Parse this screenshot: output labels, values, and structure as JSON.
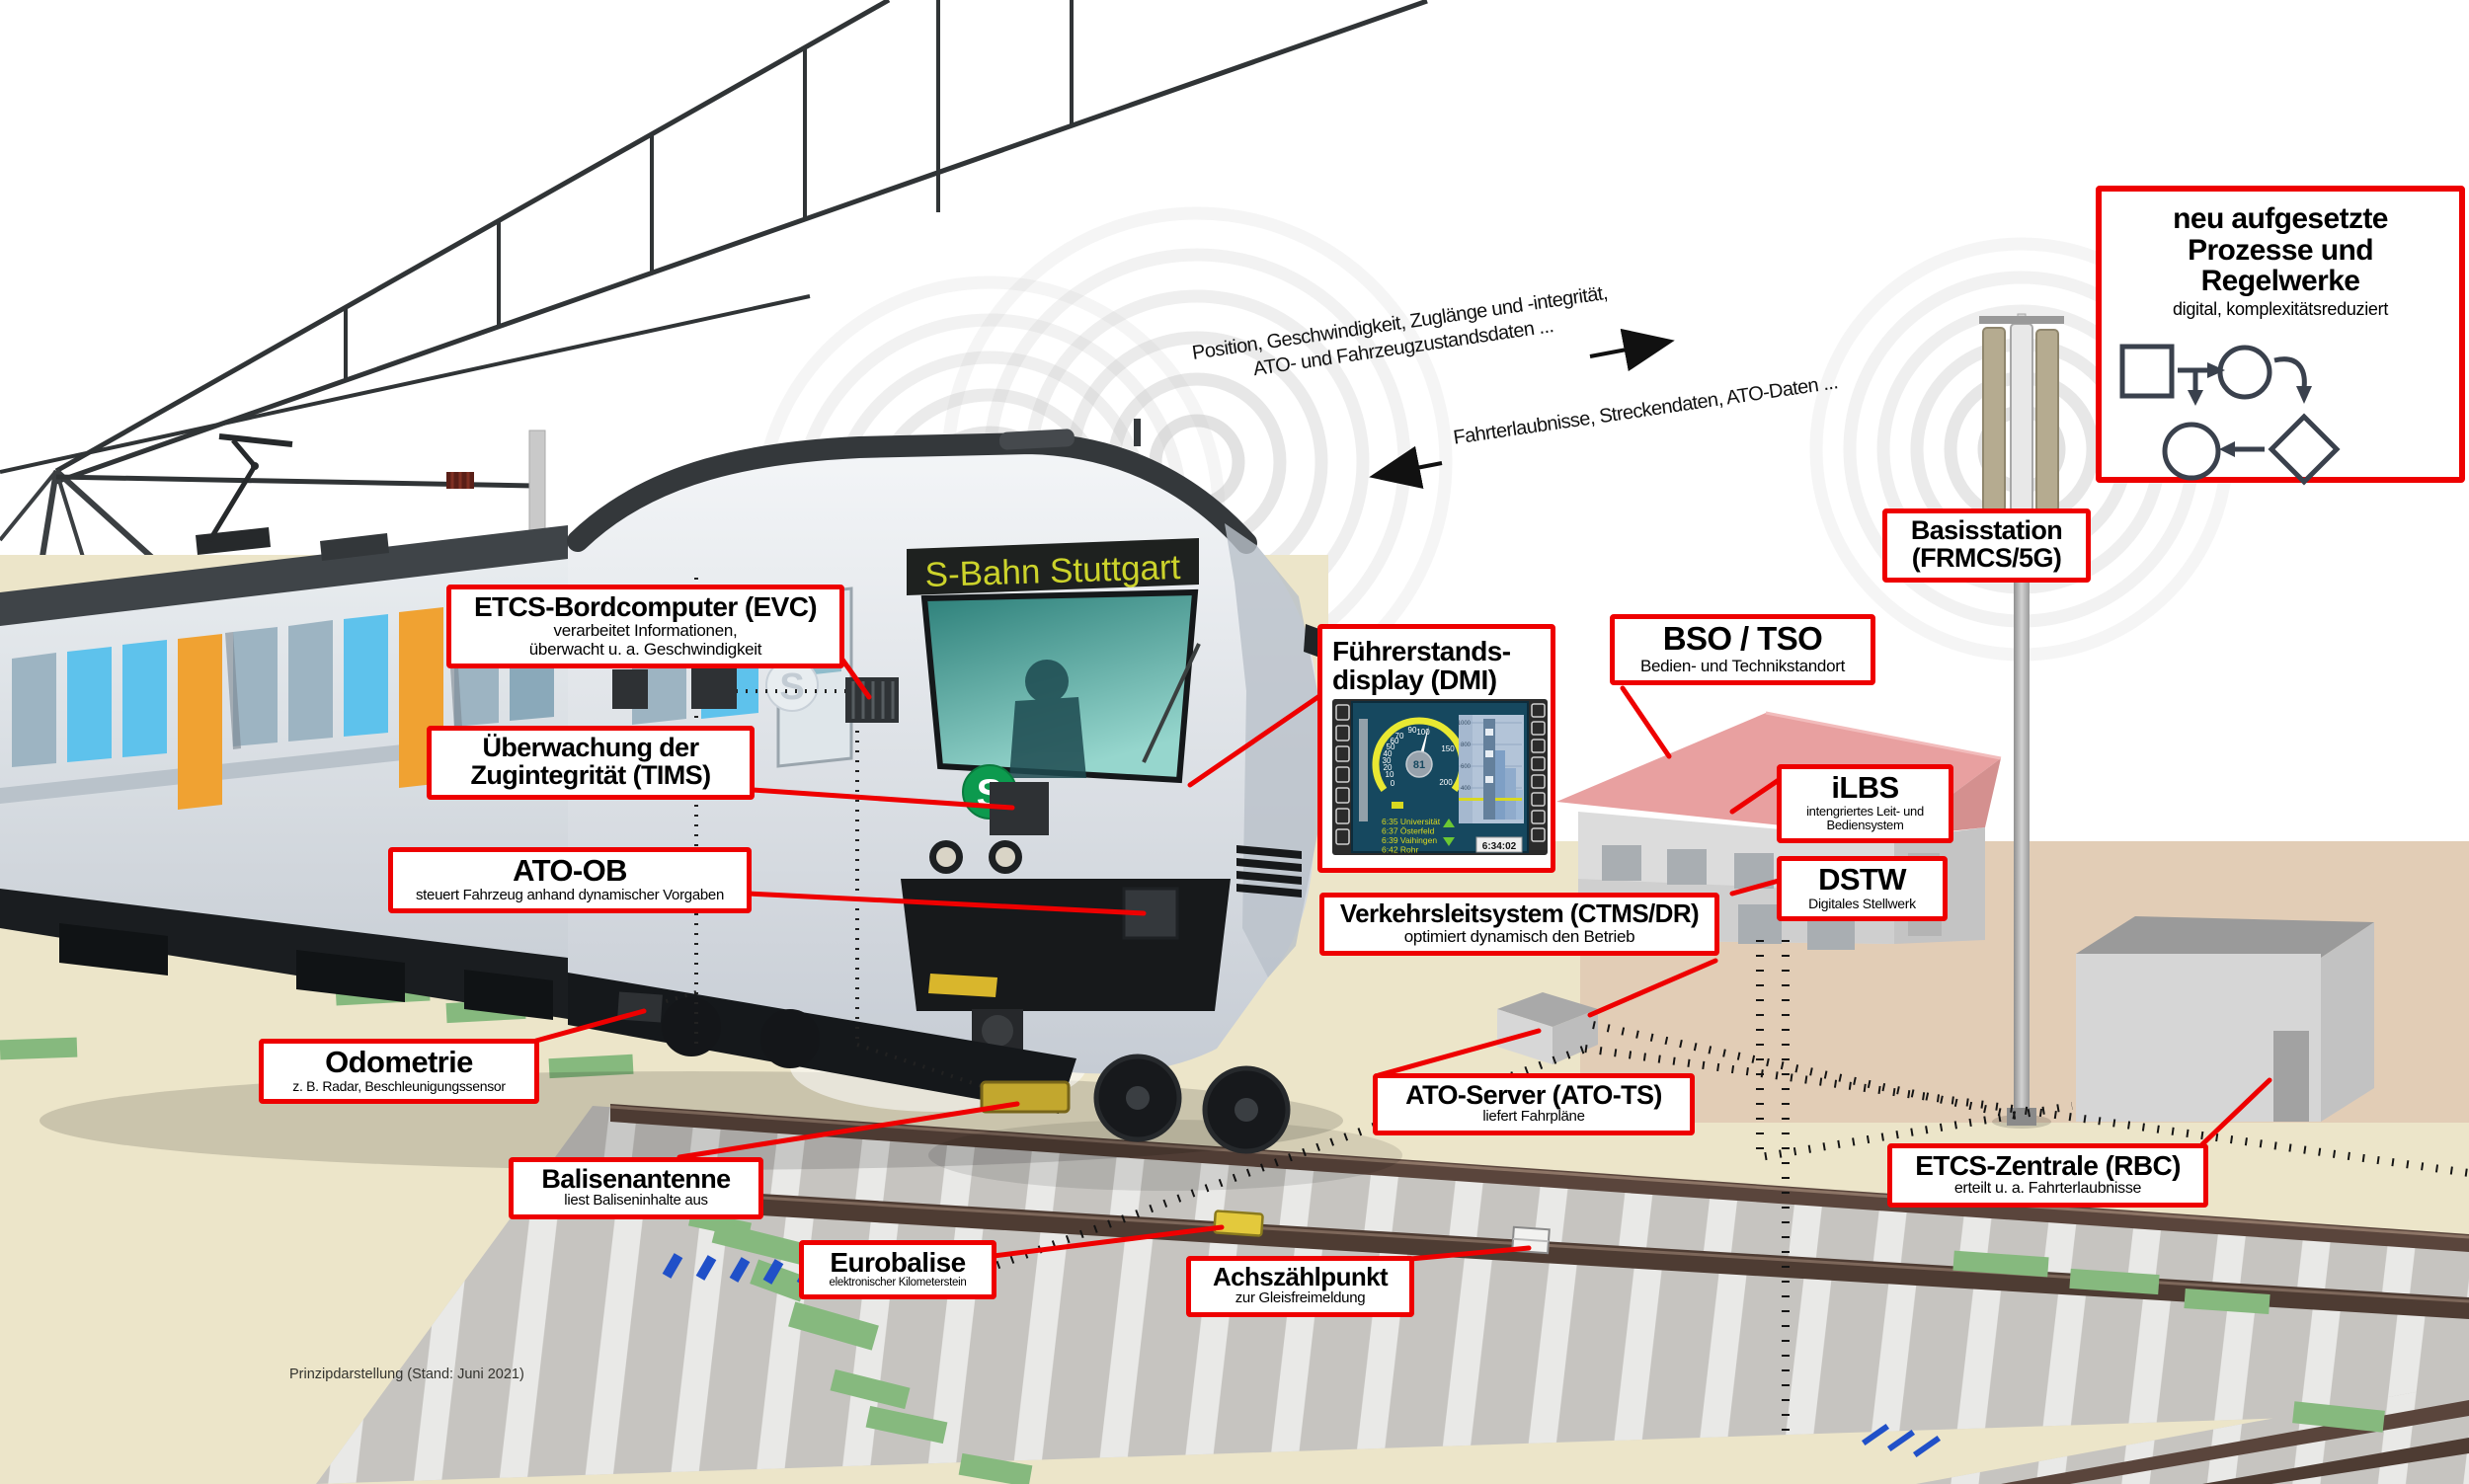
{
  "caption": "Prinzipdarstellung (Stand: Juni 2021)",
  "train": {
    "destination": "S-Bahn Stuttgart",
    "front_logo": "S",
    "side_logo": "S"
  },
  "radio_messages": {
    "uplink_line1": "Position, Geschwindigkeit, Zuglänge und -integrität,",
    "uplink_line2": "ATO- und Fahrzeugzustandsdaten ...",
    "downlink": "Fahrterlaubnisse, Streckendaten, ATO-Daten ..."
  },
  "labels": {
    "evc": {
      "title": "ETCS-Bordcomputer (EVC)",
      "sub1": "verarbeitet Informationen,",
      "sub2": "überwacht u. a. Geschwindigkeit"
    },
    "tims": {
      "title1": "Überwachung der",
      "title2": "Zugintegrität (TIMS)"
    },
    "ato_ob": {
      "title": "ATO-OB",
      "sub": "steuert Fahrzeug anhand dynamischer Vorgaben"
    },
    "odometrie": {
      "title": "Odometrie",
      "sub": "z. B. Radar, Beschleunigungssensor"
    },
    "balisenantenne": {
      "title": "Balisenantenne",
      "sub": "liest Baliseninhalte aus"
    },
    "eurobalise": {
      "title": "Eurobalise",
      "sub": "elektronischer Kilometerstein"
    },
    "achszaehlpunkt": {
      "title": "Achszählpunkt",
      "sub": "zur Gleisfreimeldung"
    },
    "dmi": {
      "title1": "Führerstands-",
      "title2": "display (DMI)"
    },
    "bso": {
      "title": "BSO / TSO",
      "sub": "Bedien- und Technikstandort"
    },
    "ilbs": {
      "title": "iLBS",
      "sub1": "intengriertes Leit- und",
      "sub2": "Bediensystem"
    },
    "dstw": {
      "title": "DSTW",
      "sub": "Digitales Stellwerk"
    },
    "vls": {
      "title": "Verkehrsleitsystem (CTMS/DR)",
      "sub": "optimiert dynamisch den Betrieb"
    },
    "ato_server": {
      "title": "ATO-Server (ATO-TS)",
      "sub": "liefert Fahrpläne"
    },
    "rbc": {
      "title": "ETCS-Zentrale (RBC)",
      "sub": "erteilt u. a. Fahrterlaubnisse"
    },
    "basisstation": {
      "title1": "Basisstation",
      "title2": "(FRMCS/5G)"
    },
    "prozesse": {
      "title1": "neu aufgesetzte",
      "title2": "Prozesse und",
      "title3": "Regelwerke",
      "sub": "digital, komplexitätsreduziert"
    }
  },
  "dmi_screen": {
    "speed": "81",
    "clock": "6:34:02",
    "schedule": [
      "6:35 Universität",
      "6:37 Österfeld",
      "6:39 Vaihingen",
      "6:42 Rohr"
    ],
    "dial_numbers": [
      "0",
      "10",
      "20",
      "30",
      "40",
      "50",
      "60",
      "70",
      "90",
      "100",
      "150",
      "200"
    ],
    "planning_distances": [
      "1000",
      "800",
      "600",
      "400"
    ]
  },
  "colors": {
    "accent_red": "#ee0000",
    "sbahn_green": "#0c9a4e",
    "destination_yellow": "#ccd32b",
    "ground_beige": "#ece5c9",
    "ground_warm": "#e0c9b3",
    "roof_red": "#e8a0a0",
    "track_grey": "#c6c4c0",
    "wave_grey": "#c6c6c6",
    "balise_yellow": "#e3c93c",
    "grass_green": "#86b97e",
    "marker_blue": "#2050c8",
    "dmi_background": "#16485f",
    "dmi_yellow": "#d8d820"
  }
}
